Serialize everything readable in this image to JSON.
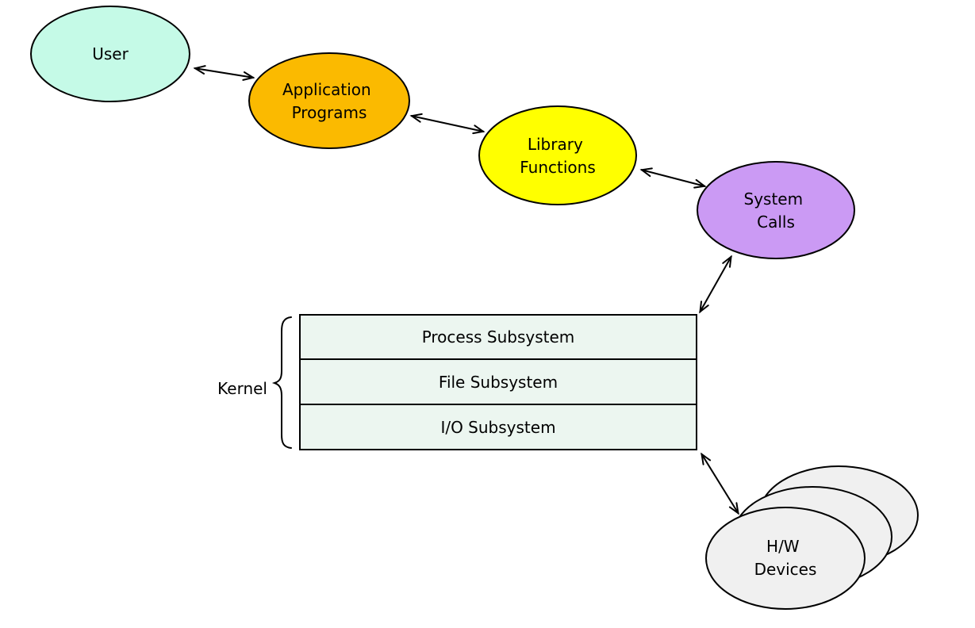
{
  "diagram": {
    "background": "#ffffff",
    "line_color": "#000000",
    "text_color": "#000000"
  },
  "nodes": {
    "user": {
      "label_lines": [
        "User"
      ],
      "fill": "#C5FAE7"
    },
    "application_programs": {
      "label_lines": [
        "Application",
        "Programs"
      ],
      "fill": "#FBBA00"
    },
    "library_functions": {
      "label_lines": [
        "Library",
        "Functions"
      ],
      "fill": "#FFFF00"
    },
    "system_calls": {
      "label_lines": [
        "System",
        "Calls"
      ],
      "fill": "#CB9AF4"
    },
    "hw_devices": {
      "label_lines": [
        "H/W",
        "Devices"
      ],
      "fill": "#F0F0F0"
    }
  },
  "kernel": {
    "label": "Kernel",
    "fill": "#ECF6F0",
    "rows": [
      "Process Subsystem",
      "File Subsystem",
      "I/O Subsystem"
    ]
  }
}
